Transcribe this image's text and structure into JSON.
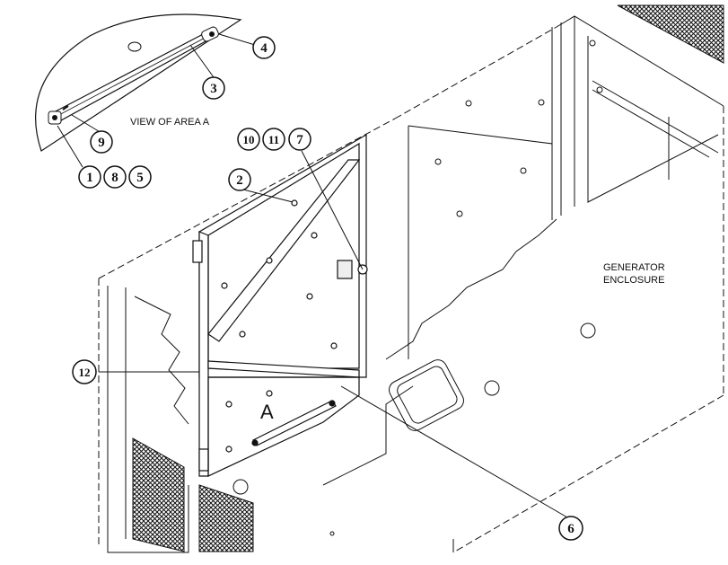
{
  "view_label": "VIEW OF AREA A",
  "area_label": "A",
  "enclosure_label": [
    "GENERATOR",
    "ENCLOSURE"
  ],
  "callouts": [
    "1",
    "2",
    "3",
    "4",
    "5",
    "6",
    "7",
    "8",
    "9",
    "10",
    "11",
    "12"
  ]
}
